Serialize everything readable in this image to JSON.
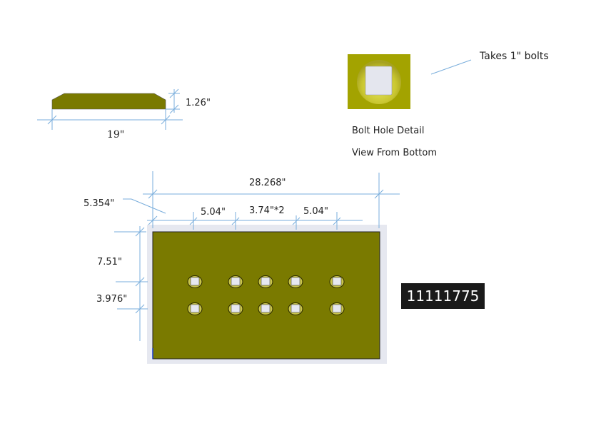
{
  "side_view": {
    "length": "19\"",
    "thickness": "1.26\""
  },
  "bolt_detail": {
    "callout": "Takes 1\" bolts",
    "caption": "Bolt Hole Detail",
    "view": "View From Bottom"
  },
  "bottom_view": {
    "overall_length": "28.268\"",
    "edge_offset": "5.354\"",
    "spacing_left": "5.04\"",
    "spacing_middle": "3.74\"*2",
    "spacing_right": "5.04\"",
    "edge_to_row": "7.51\"",
    "row_spacing": "3.976\"",
    "hole_rows": 2,
    "holes_per_row": 5
  },
  "part_number": "11111775",
  "colors": {
    "plate": "#7a7a00",
    "dimension": "#7aaedc",
    "detail": "#a3a300"
  }
}
